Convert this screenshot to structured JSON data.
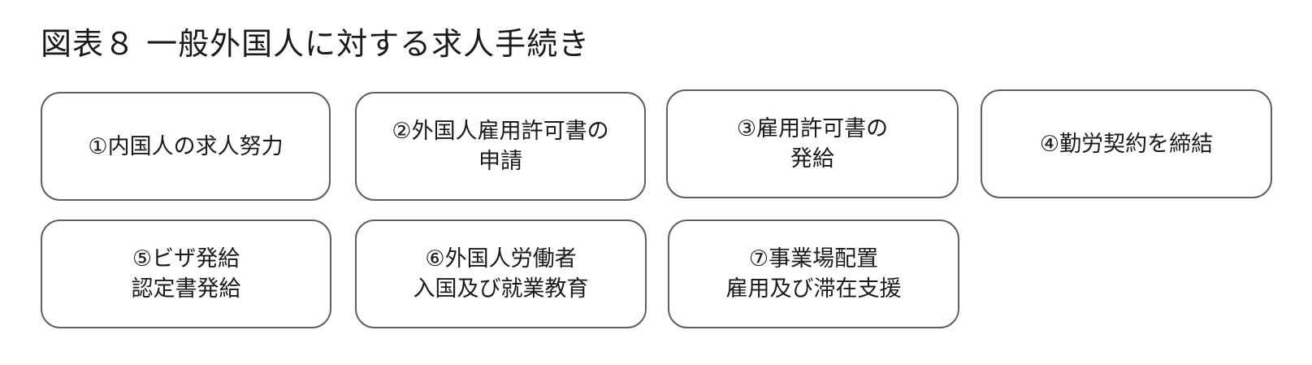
{
  "figure": {
    "title": "図表８ 一般外国人に対する求人手続き"
  },
  "steps": [
    {
      "text": "①内国人の求人努力"
    },
    {
      "text": "②外国人雇用許可書の\n申請"
    },
    {
      "text": "③雇用許可書の\n発給"
    },
    {
      "text": "④勤労契約を締結"
    },
    {
      "text": "⑤ビザ発給\n認定書発給"
    },
    {
      "text": "⑥外国人労働者\n入国及び就業教育"
    },
    {
      "text": "⑦事業場配置\n雇用及び滞在支援"
    }
  ]
}
